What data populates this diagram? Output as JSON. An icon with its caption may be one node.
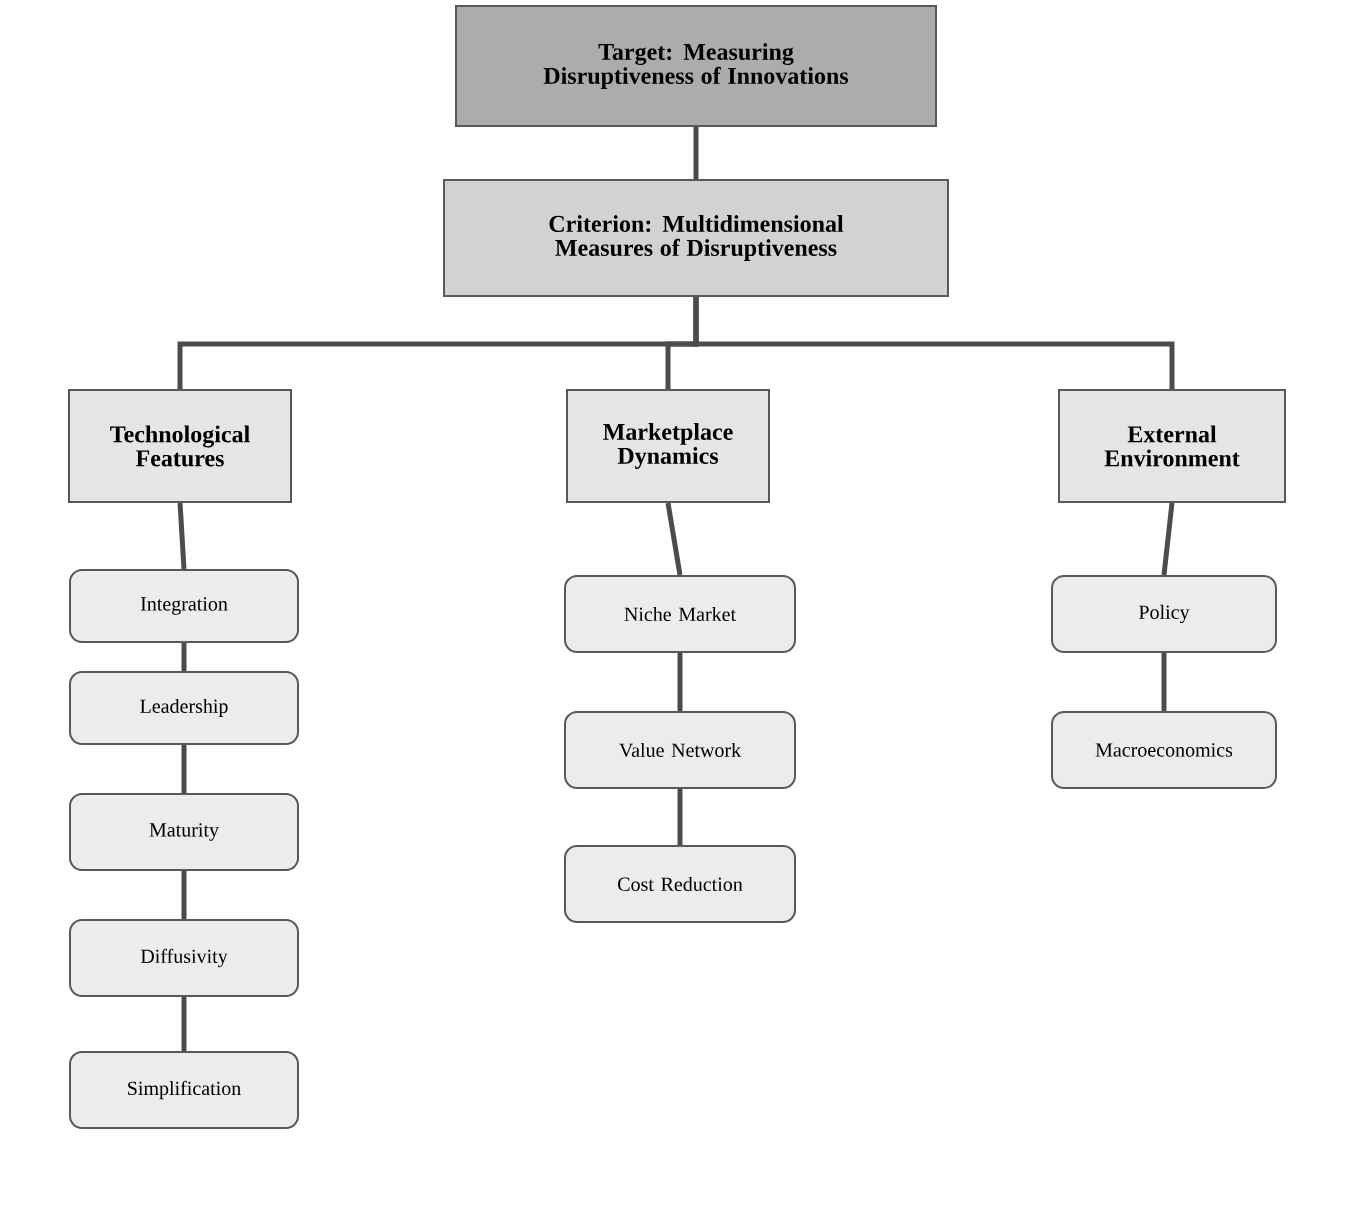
{
  "diagram": {
    "nodes": [
      {
        "text": [
          "Target: Measuring Disruptiveness of Innovations"
        ]
      },
      {
        "text": [
          "Criterion: Multidimensional Measures of Disruptiveness"
        ]
      },
      {
        "text": [
          "Technological Features"
        ]
      },
      {
        "text": [
          "Marketplace Dynamics"
        ]
      },
      {
        "text": [
          "External Environment"
        ]
      },
      {
        "text": [
          "Integration"
        ]
      },
      {
        "text": [
          "Leadership"
        ]
      },
      {
        "text": [
          "Maturity"
        ]
      },
      {
        "text": [
          "Diffusivity"
        ]
      },
      {
        "text": [
          "Simplification"
        ]
      },
      {
        "text": [
          "Niche Market"
        ]
      },
      {
        "text": [
          "Value Network"
        ]
      },
      {
        "text": [
          "Cost Reduction"
        ]
      },
      {
        "text": [
          "Policy"
        ]
      },
      {
        "text": [
          "Macroeconomics"
        ]
      }
    ],
    "edges": [
      {
        "from": 0,
        "to": 1,
        "arrow": "none"
      },
      {
        "from": 1,
        "to": 2,
        "arrow": "none"
      },
      {
        "from": 1,
        "to": 3,
        "arrow": "none"
      },
      {
        "from": 1,
        "to": 4,
        "arrow": "none"
      },
      {
        "from": 2,
        "to": 5,
        "arrow": "none"
      },
      {
        "from": 5,
        "to": 6,
        "arrow": "none"
      },
      {
        "from": 6,
        "to": 7,
        "arrow": "none"
      },
      {
        "from": 7,
        "to": 8,
        "arrow": "none"
      },
      {
        "from": 8,
        "to": 9,
        "arrow": "none"
      },
      {
        "from": 3,
        "to": 10,
        "arrow": "none"
      },
      {
        "from": 10,
        "to": 11,
        "arrow": "none"
      },
      {
        "from": 11,
        "to": 12,
        "arrow": "none"
      },
      {
        "from": 4,
        "to": 13,
        "arrow": "none"
      },
      {
        "from": 13,
        "to": 14,
        "arrow": "none"
      }
    ]
  }
}
